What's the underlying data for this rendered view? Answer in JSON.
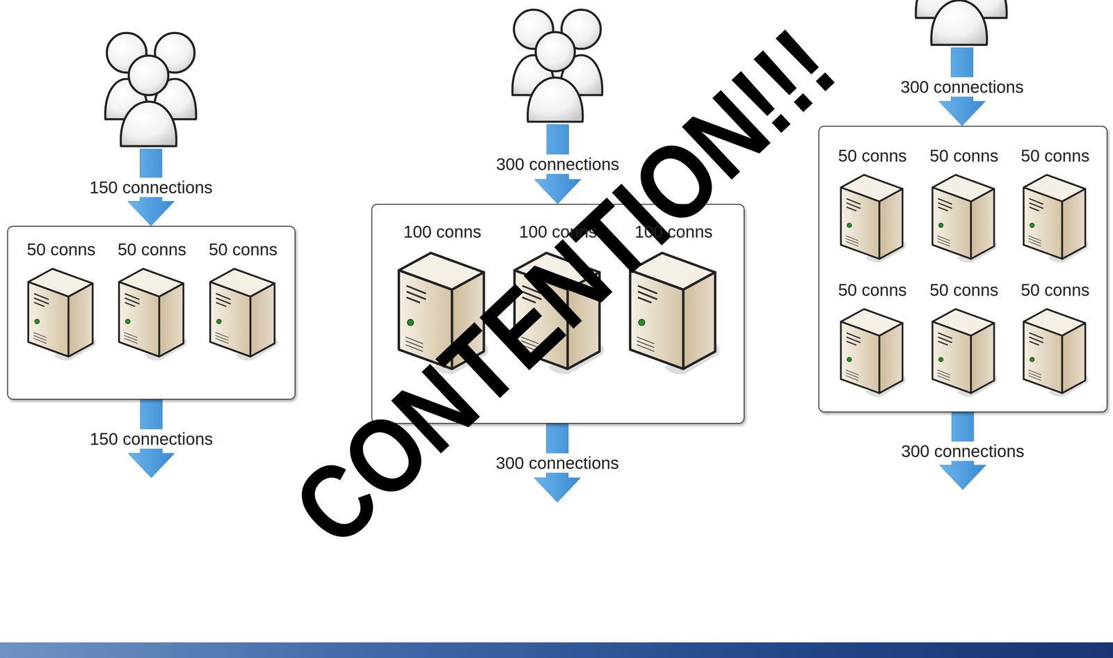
{
  "diagram": {
    "nodes": [
      {
        "text": []
      },
      {
        "text": []
      },
      {
        "text": [
          "50 conns"
        ],
        "in": 1
      },
      {
        "text": [
          "50 conns"
        ],
        "in": 1
      },
      {
        "text": [
          "50 conns"
        ],
        "in": 1
      },
      {
        "text": []
      },
      {
        "text": []
      },
      {
        "text": []
      },
      {
        "text": [
          "100 conns"
        ],
        "in": 7
      },
      {
        "text": [
          "100 conns"
        ],
        "in": 7
      },
      {
        "text": [
          "100 conns"
        ],
        "in": 7
      },
      {
        "text": []
      },
      {
        "text": []
      },
      {
        "text": []
      },
      {
        "text": [
          "50 conns"
        ],
        "in": 13
      },
      {
        "text": [
          "50 conns"
        ],
        "in": 13
      },
      {
        "text": [
          "50 conns"
        ],
        "in": 13
      },
      {
        "text": [
          "50 conns"
        ],
        "in": 13
      },
      {
        "text": [
          "50 conns"
        ],
        "in": 13
      },
      {
        "text": [
          "50 conns"
        ],
        "in": 13
      },
      {
        "text": []
      }
    ],
    "edges": [
      {
        "from": 0,
        "to": 1,
        "label": "150 connections",
        "arrow": "to"
      },
      {
        "from": 1,
        "to": 5,
        "label": "150 connections",
        "arrow": "to"
      },
      {
        "from": 6,
        "to": 7,
        "label": "300 connections",
        "arrow": "to"
      },
      {
        "from": 7,
        "to": 11,
        "label": "300 connections",
        "arrow": "to"
      },
      {
        "from": 12,
        "to": 13,
        "label": "300 connections",
        "arrow": "to"
      },
      {
        "from": 13,
        "to": 20,
        "label": "300 connections",
        "arrow": "to"
      }
    ],
    "labels": [
      "CONTENTION!!!"
    ]
  }
}
